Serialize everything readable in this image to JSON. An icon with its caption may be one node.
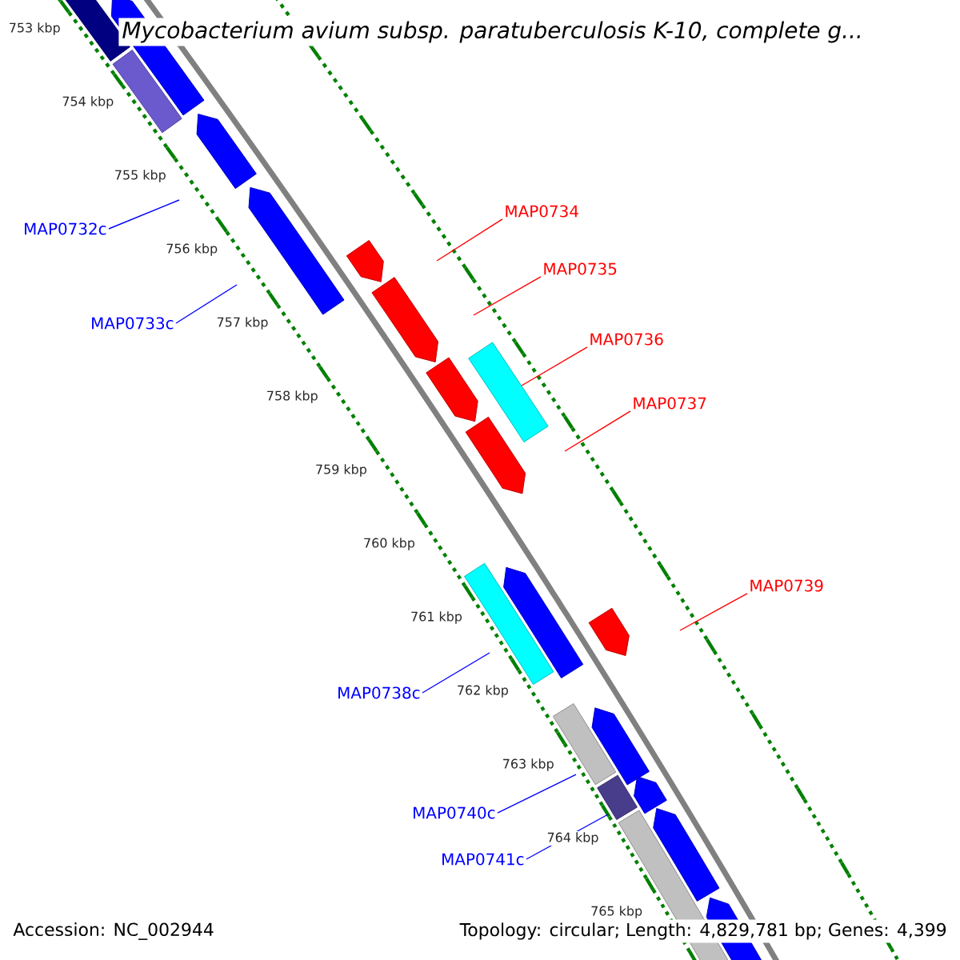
{
  "diagram": {
    "title": "Mycobacterium avium subsp. paratuberculosis K-10, complete g...",
    "nodes": [
      {
        "text": [
          "MAP0734"
        ]
      },
      {
        "text": [
          "MAP0732c"
        ]
      },
      {
        "text": [
          "MAP0735"
        ]
      },
      {
        "text": [
          "MAP0733c"
        ]
      },
      {
        "text": [
          "MAP0736"
        ]
      },
      {
        "text": [
          "MAP0737"
        ]
      },
      {
        "text": [
          "MAP0739"
        ]
      },
      {
        "text": [
          "MAP0738c"
        ]
      },
      {
        "text": [
          "MAP0740c"
        ]
      },
      {
        "text": [
          "MAP0741c"
        ]
      }
    ],
    "edges": [
      {
        "from": 0,
        "to": null,
        "arrow": "none",
        "color": "#ff0000"
      },
      {
        "from": 1,
        "to": null,
        "arrow": "none",
        "color": "#0000ff"
      },
      {
        "from": 2,
        "to": null,
        "arrow": "none",
        "color": "#ff0000"
      },
      {
        "from": 3,
        "to": null,
        "arrow": "none",
        "color": "#0000ff"
      },
      {
        "from": 4,
        "to": null,
        "arrow": "none",
        "color": "#ff0000"
      },
      {
        "from": 5,
        "to": null,
        "arrow": "none",
        "color": "#ff0000"
      },
      {
        "from": 6,
        "to": null,
        "arrow": "none",
        "color": "#ff0000"
      },
      {
        "from": 7,
        "to": null,
        "arrow": "none",
        "color": "#0000ff"
      },
      {
        "from": 8,
        "to": null,
        "arrow": "none",
        "color": "#0000ff"
      },
      {
        "from": 9,
        "to": null,
        "arrow": "none",
        "color": "#0000ff"
      }
    ],
    "labels": [
      "753 kbp",
      "754 kbp",
      "755 kbp",
      "756 kbp",
      "757 kbp",
      "758 kbp",
      "759 kbp",
      "760 kbp",
      "761 kbp",
      "762 kbp",
      "763 kbp",
      "764 kbp",
      "765 kbp",
      "Accession: NC_002944",
      "Topology: circular; Length: 4,829,781 bp; Genes: 4,399"
    ]
  }
}
